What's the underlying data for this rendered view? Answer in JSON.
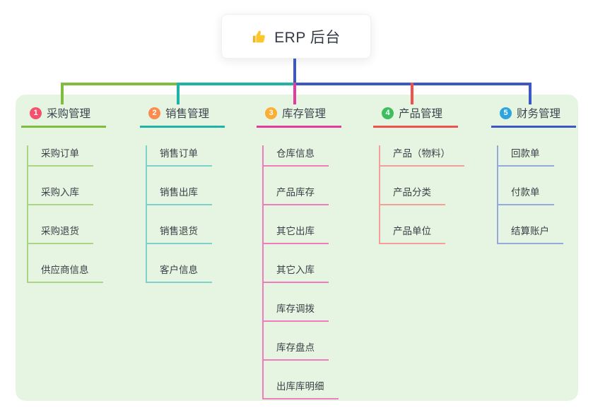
{
  "root": {
    "title": "ERP 后台",
    "icon": "thumbs-up-icon",
    "connector_color": "#3c58c6"
  },
  "colors": {
    "page_bg": "#ffffff",
    "panel_bg": "#e6f5e1",
    "card_bg": "#ffffff",
    "title_text": "#3d4451",
    "item_text": "#3b4048"
  },
  "branches": [
    {
      "index": "1",
      "title": "采购管理",
      "badge_color": "#f4516c",
      "line_color": "#7fbd41",
      "child_line_color": "#a9d584",
      "children": [
        "采购订单",
        "采购入库",
        "采购退货",
        "供应商信息"
      ]
    },
    {
      "index": "2",
      "title": "销售管理",
      "badge_color": "#fb8c4e",
      "line_color": "#1fb3a8",
      "child_line_color": "#7ed1ca",
      "children": [
        "销售订单",
        "销售出库",
        "销售退货",
        "客户信息"
      ]
    },
    {
      "index": "3",
      "title": "库存管理",
      "badge_color": "#fcad33",
      "line_color": "#e23c9e",
      "child_line_color": "#f07bbe",
      "children": [
        "仓库信息",
        "产品库存",
        "其它出库",
        "其它入库",
        "库存调拨",
        "库存盘点",
        "出库库明细"
      ]
    },
    {
      "index": "4",
      "title": "产品管理",
      "badge_color": "#3fbe61",
      "line_color": "#f0504e",
      "child_line_color": "#f59d99",
      "children": [
        "产品（物料）",
        "产品分类",
        "产品单位"
      ]
    },
    {
      "index": "5",
      "title": "财务管理",
      "badge_color": "#2ba4df",
      "line_color": "#3c58c6",
      "child_line_color": "#96a9df",
      "children": [
        "回款单",
        "付款单",
        "结算账户"
      ]
    }
  ]
}
